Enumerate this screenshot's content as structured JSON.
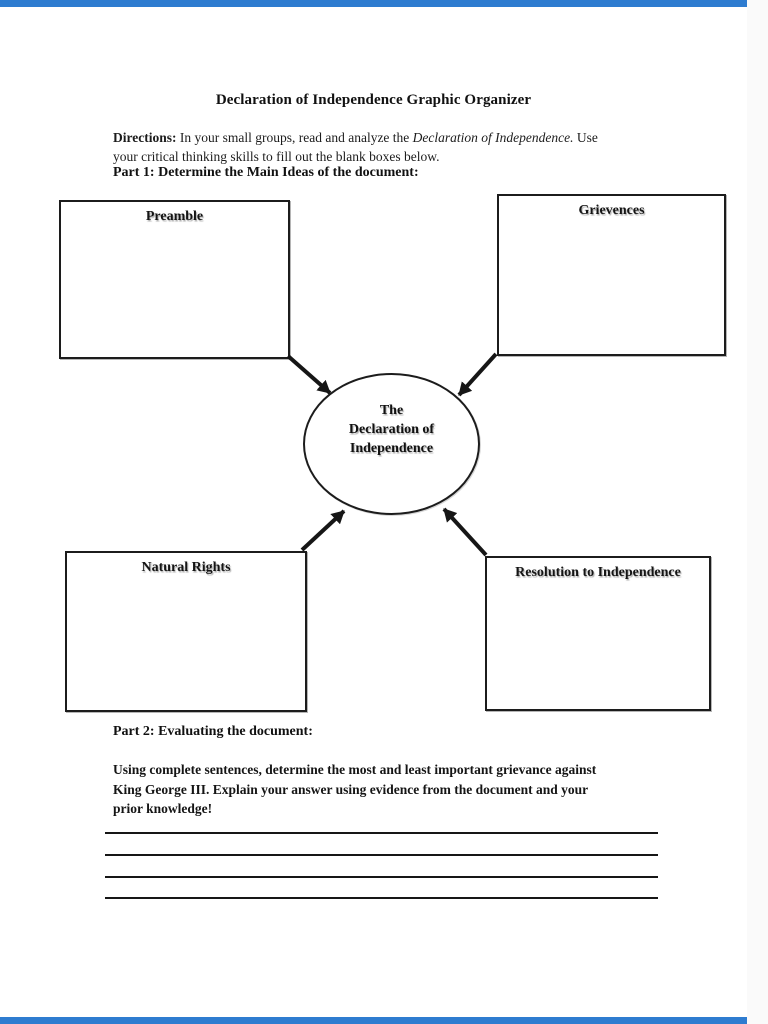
{
  "doc": {
    "title": "Declaration of Independence Graphic Organizer"
  },
  "directions": {
    "label": "Directions:",
    "text_before_italic": " In your small groups, read and analyze the ",
    "italic_text": "Declaration of Independence.",
    "text_after_italic": " Use",
    "line2": "your critical thinking skills to fill out the blank boxes below."
  },
  "part1": {
    "heading": "Part 1: Determine the Main Ideas of the document:"
  },
  "diagram": {
    "boxes": {
      "preamble": "Preamble",
      "grievences": "Grievences",
      "natural_rights": "Natural Rights",
      "resolution": "Resolution to Independence"
    },
    "center_lines": [
      "The",
      "Declaration of",
      "Independence"
    ]
  },
  "part2": {
    "heading": "Part 2: Evaluating the document:",
    "para_lines": [
      "Using complete sentences, determine the most and least important grievance against",
      "King George III. Explain your answer using evidence from the document and your",
      "prior knowledge!"
    ]
  },
  "colors": {
    "accent_bar": "#2e7cd0",
    "ink": "#111111"
  }
}
